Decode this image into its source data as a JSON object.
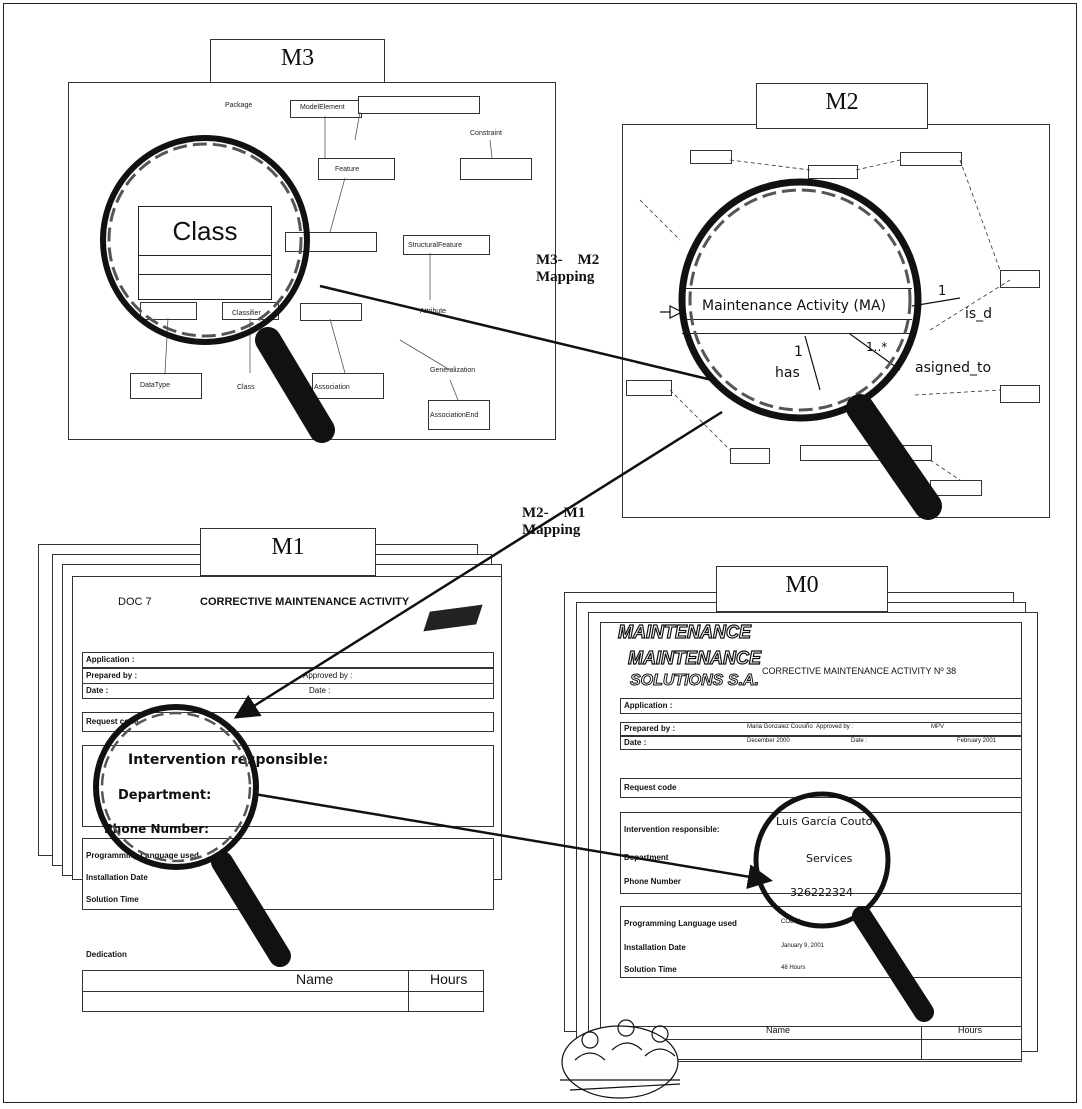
{
  "levels": {
    "m3": "M3",
    "m2": "M2",
    "m1": "M1",
    "m0": "M0"
  },
  "mappings": {
    "m3_m2": "M3-    M2\nMapping",
    "m2_m1": "M2-    M1\nMapping"
  },
  "m3": {
    "zoom_label": "Class",
    "small_labels": [
      "Package",
      "ModelElement",
      "Constraint",
      "Feature",
      "Classifier",
      "Association",
      "DataType",
      "Class",
      "StructuralFeature",
      "Attribute",
      "AssociationEnd",
      "Generalization"
    ]
  },
  "m2": {
    "zoom_class": "Maintenance Activity (MA)",
    "mult_one_right": "1",
    "mult_one_left": "1",
    "mult_many": "1..*",
    "assoc_is_d": "is_d",
    "assoc_has": "has",
    "assoc_assigned": "asigned_to"
  },
  "m1": {
    "title_code": "DOC 7",
    "title": "CORRECTIVE MAINTENANCE ACTIVITY",
    "fields": [
      "Application :",
      "Prepared by :",
      "Approved by :",
      "Date :",
      "Date :",
      "Request code",
      "Programming Language used",
      "Installation Date",
      "Solution Time",
      "Dedication"
    ],
    "zoom_lines": [
      "Intervention responsible:",
      "Department:",
      "Phone Number:"
    ],
    "table_name": "Name",
    "table_hours": "Hours"
  },
  "m0": {
    "company_line1": "MAINTENANCE",
    "company_line2": "SOLUTIONS S.A.",
    "title": "CORRECTIVE MAINTENANCE ACTIVITY Nº 38",
    "fields": [
      "Application :",
      "Prepared by :",
      "Approved by :",
      "Date :",
      "Date :",
      "Request code",
      "Intervention responsible:",
      "Department",
      "Phone Number",
      "Programming Language used",
      "Installation Date",
      "Solution Time"
    ],
    "values": [
      "Maria Gonzalez Cousiño",
      "MPV",
      "December 2000",
      "February 2001",
      "January 9, 2001",
      "48 Hours",
      "COBOL"
    ],
    "zoom_lines": [
      "Luis García Couto",
      "Services",
      "326222324"
    ],
    "table_name": "Name",
    "table_hours": "Hours"
  }
}
